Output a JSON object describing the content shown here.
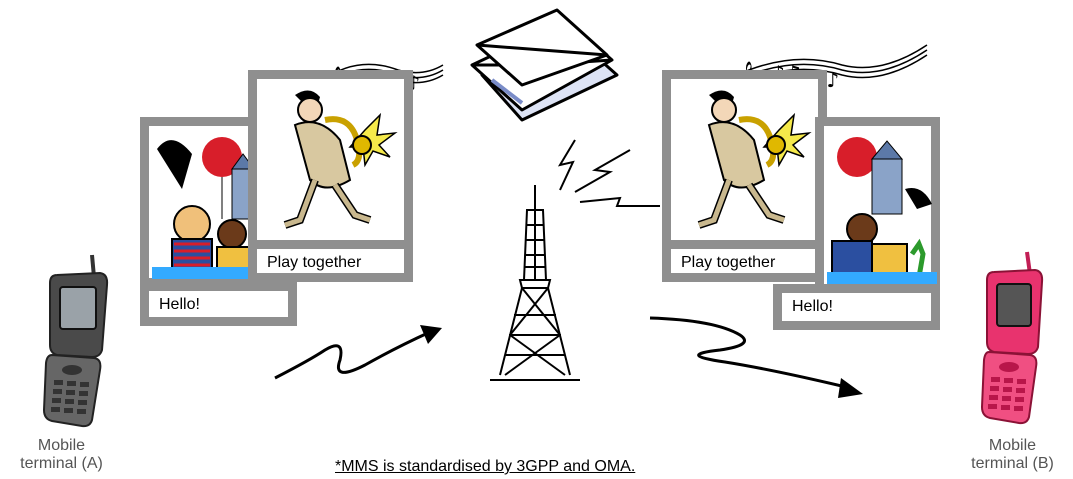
{
  "messages": {
    "left_hello": "Hello!",
    "left_play": "Play together",
    "right_play": "Play together",
    "right_hello": "Hello!"
  },
  "terminals": {
    "a": {
      "line1": "Mobile",
      "line2": "terminal (A)",
      "color": "#555555"
    },
    "b": {
      "line1": "Mobile",
      "line2": "terminal (B)",
      "color": "#e8336e"
    }
  },
  "footnote": "*MMS is standardised by 3GPP and OMA.",
  "icons": [
    "mobile-phone-icon",
    "antenna-tower-icon",
    "envelope-icon",
    "music-notes-icon",
    "saxophone-player-icon",
    "balloon-scene-icon",
    "signal-bolt-icon",
    "arrow-icon"
  ]
}
